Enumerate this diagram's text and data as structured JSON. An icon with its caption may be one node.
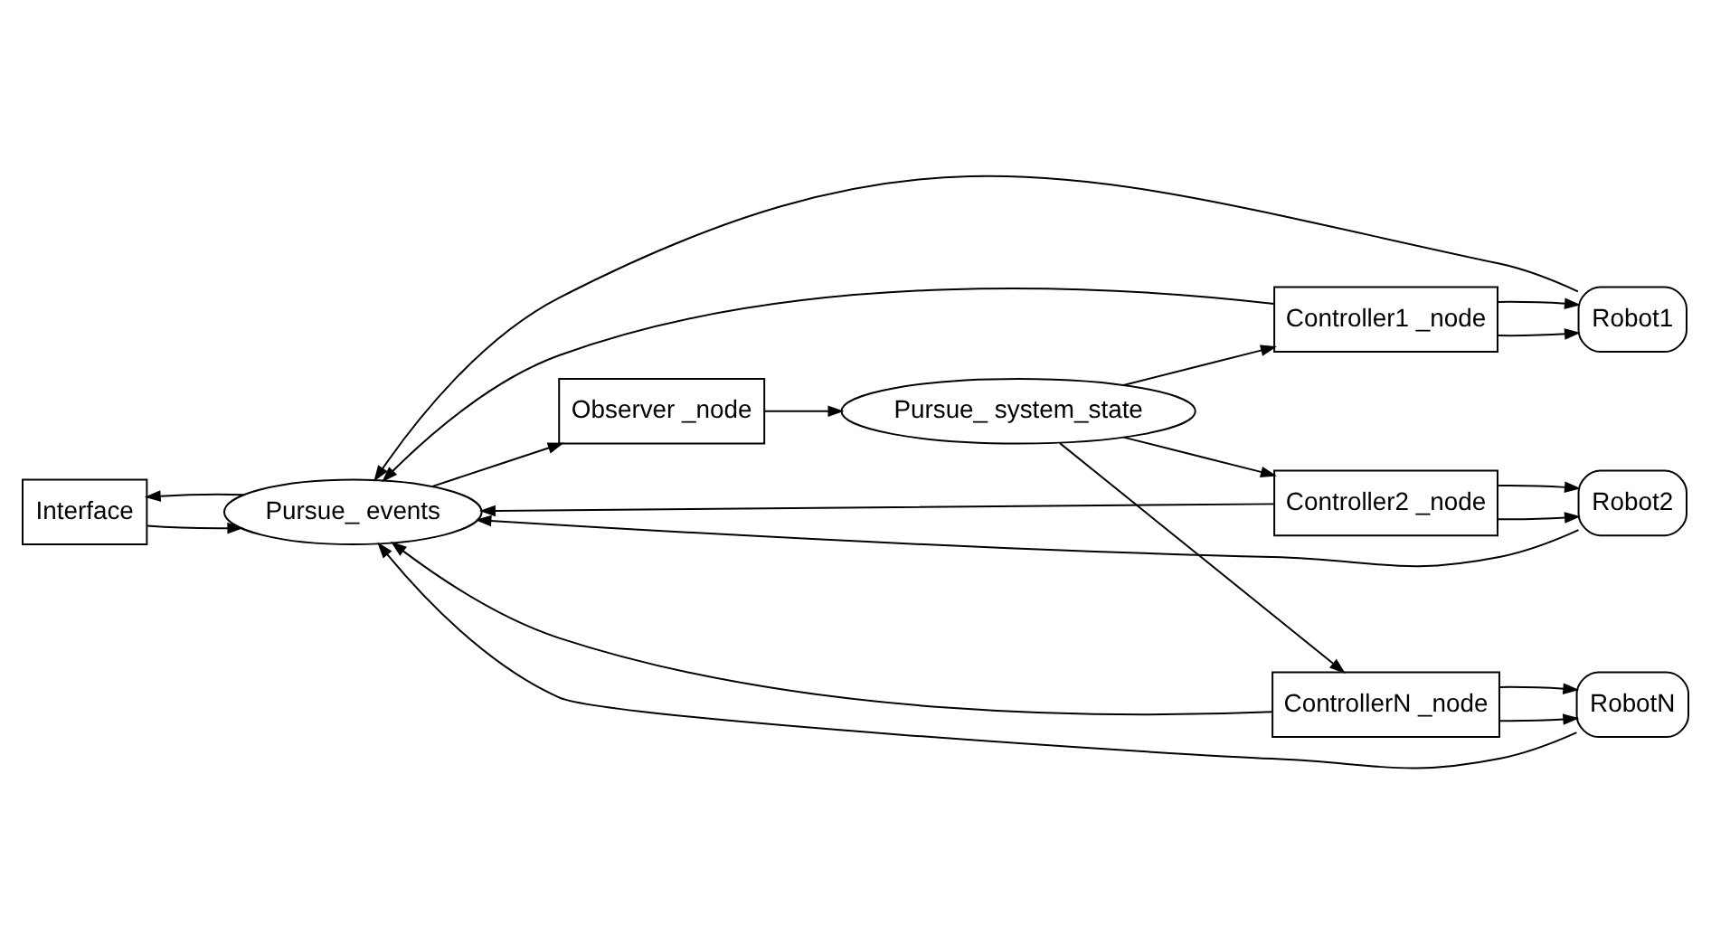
{
  "diagram": {
    "nodes": [
      {
        "text": [
          "Interface"
        ]
      },
      {
        "text": [
          "Pursue_ events"
        ]
      },
      {
        "text": [
          "Observer _node"
        ]
      },
      {
        "text": [
          "Pursue_ system_state"
        ]
      },
      {
        "text": [
          "Controller1 _node"
        ]
      },
      {
        "text": [
          "Robot1"
        ]
      },
      {
        "text": [
          "Controller2 _node"
        ]
      },
      {
        "text": [
          "Robot2"
        ]
      },
      {
        "text": [
          "ControllerN _node"
        ]
      },
      {
        "text": [
          "RobotN"
        ]
      }
    ],
    "edges": [
      {
        "from": 1,
        "to": 0,
        "arrow": "to"
      },
      {
        "from": 0,
        "to": 1,
        "arrow": "to"
      },
      {
        "from": 5,
        "to": 1,
        "arrow": "to"
      },
      {
        "from": 7,
        "to": 1,
        "arrow": "to"
      },
      {
        "from": 9,
        "to": 1,
        "arrow": "to"
      },
      {
        "from": 4,
        "to": 1,
        "arrow": "to"
      },
      {
        "from": 6,
        "to": 1,
        "arrow": "to"
      },
      {
        "from": 8,
        "to": 1,
        "arrow": "to"
      },
      {
        "from": 1,
        "to": 2,
        "arrow": "to"
      },
      {
        "from": 2,
        "to": 3,
        "arrow": "to"
      },
      {
        "from": 3,
        "to": 4,
        "arrow": "to"
      },
      {
        "from": 3,
        "to": 6,
        "arrow": "to"
      },
      {
        "from": 3,
        "to": 8,
        "arrow": "to"
      },
      {
        "from": 4,
        "to": 5,
        "arrow": "to"
      },
      {
        "from": 4,
        "to": 5,
        "arrow": "to"
      },
      {
        "from": 6,
        "to": 7,
        "arrow": "to"
      },
      {
        "from": 6,
        "to": 7,
        "arrow": "to"
      },
      {
        "from": 8,
        "to": 9,
        "arrow": "to"
      },
      {
        "from": 8,
        "to": 9,
        "arrow": "to"
      }
    ]
  }
}
